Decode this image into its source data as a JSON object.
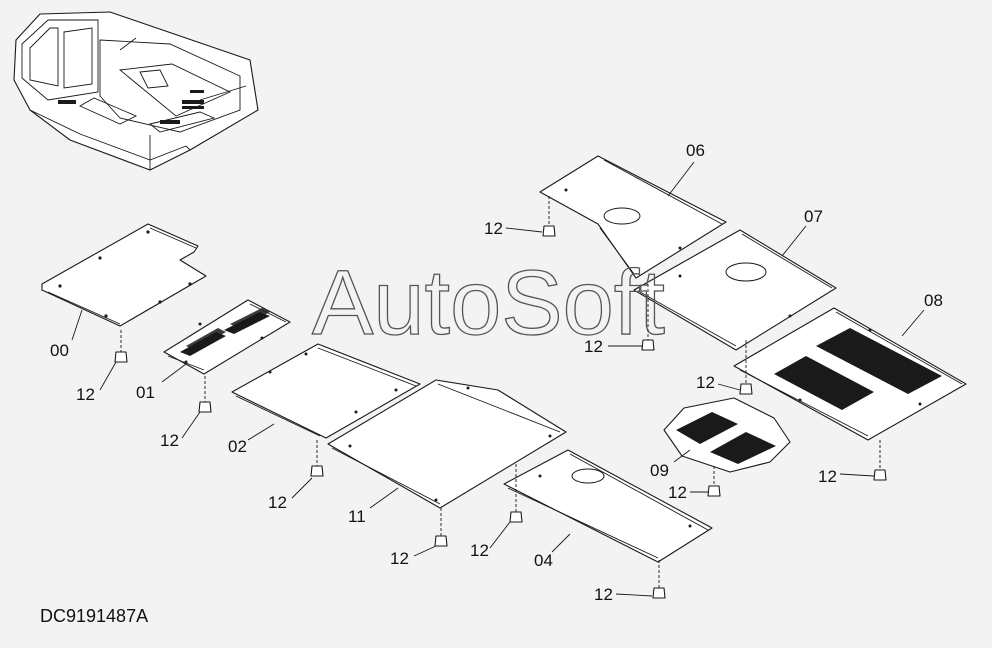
{
  "diagram": {
    "watermark": "AutoSoft",
    "drawing_code": "DC9191487A",
    "callouts": {
      "p00": "00",
      "p01": "01",
      "p02": "02",
      "p04": "04",
      "p06": "06",
      "p07": "07",
      "p08": "08",
      "p09": "09",
      "p11": "11",
      "bolt": "12"
    }
  }
}
